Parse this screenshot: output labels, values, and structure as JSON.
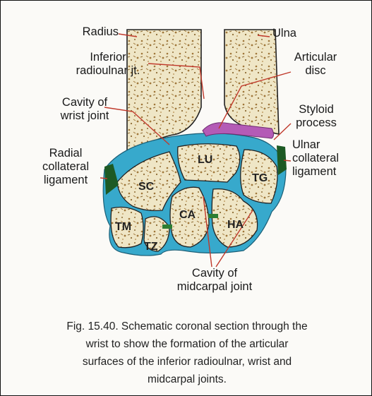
{
  "labels": {
    "radius": "Radius",
    "ulna": "Ulna",
    "inferior_radioulnar": "Inferior\nradioulnar jt.",
    "articular_disc": "Articular\ndisc",
    "cavity_wrist": "Cavity of\nwrist joint",
    "styloid": "Styloid\nprocess",
    "radial_collateral": "Radial\ncollateral\nligament",
    "ulnar_collateral": "Ulnar\ncollateral\nligament",
    "cavity_midcarpal": "Cavity of\nmidcarpal joint"
  },
  "bones": {
    "lu": "LU",
    "sc": "SC",
    "tg": "TG",
    "ca": "CA",
    "ha": "HA",
    "tm": "TM",
    "tz": "TZ"
  },
  "caption": "Fig. 15.40. Schematic coronal section through the\nwrist to show the formation of the articular\nsurfaces of the inferior radioulnar, wrist and\nmidcarpal joints.",
  "colors": {
    "bone_fill": "#efe6c6",
    "trabecula": "#a0773a",
    "cavity": "#37a9cc",
    "disc": "#b45bb6",
    "ligament": "#1d5a24",
    "leader": "#c0392b"
  }
}
